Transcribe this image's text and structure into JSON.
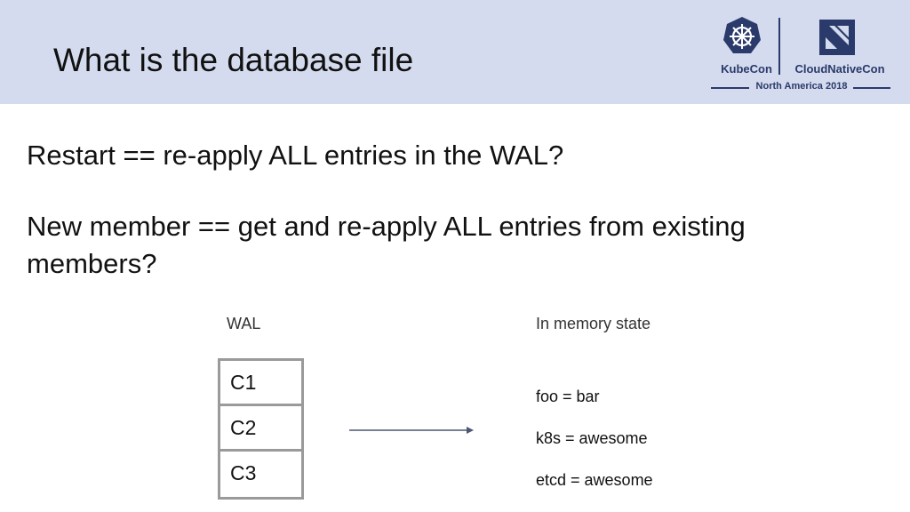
{
  "header": {
    "title": "What is the database file",
    "logo": {
      "kubecon_label": "KubeCon",
      "cloudnativecon_label": "CloudNativeCon",
      "event_label": "North America 2018",
      "brand_color": "#2a3a6a",
      "kubecon_icon": "helm-wheel-icon",
      "cncf_icon": "cncf-icon"
    },
    "background_color": "#d4dbee"
  },
  "body": {
    "line1": "Restart == re-apply ALL entries in the WAL?",
    "line2": "New member == get and re-apply ALL entries from existing",
    "line3": "members?"
  },
  "diagram": {
    "wal_caption": "WAL",
    "wal_entries": [
      "C1",
      "C2",
      "C3"
    ],
    "memory_caption": "In memory state",
    "memory_entries": [
      "foo = bar",
      "k8s = awesome",
      "etcd = awesome"
    ],
    "arrow_icon": "arrow-right-icon"
  }
}
